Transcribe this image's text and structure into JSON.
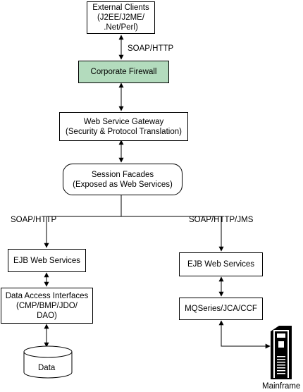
{
  "nodes": {
    "external_clients": {
      "lines": [
        "External Clients",
        "(J2EE/J2ME/",
        ".Net/Perl)"
      ]
    },
    "firewall": {
      "text": "Corporate Firewall",
      "fill": "#b3dbbd"
    },
    "gateway": {
      "lines": [
        "Web Service Gateway",
        "(Security & Protocol Translation)"
      ]
    },
    "session_facades": {
      "lines": [
        "Session Facades",
        "(Exposed as Web Services)"
      ]
    },
    "ejb_left": {
      "text": "EJB Web Services"
    },
    "data_access": {
      "lines": [
        "Data Access Interfaces",
        "(CMP/BMP/JDO/",
        "DAO)"
      ]
    },
    "data": {
      "text": "Data"
    },
    "ejb_right": {
      "text": "EJB Web Services"
    },
    "mq": {
      "text": "MQSeries/JCA/CCF"
    },
    "mainframe": {
      "text": "Mainframe",
      "icon": "mainframe-icon"
    }
  },
  "edge_labels": {
    "clients_firewall": "SOAP/HTTP",
    "left_branch": "SOAP/HTTP",
    "right_branch": "SOAP/HTTP/JMS"
  }
}
